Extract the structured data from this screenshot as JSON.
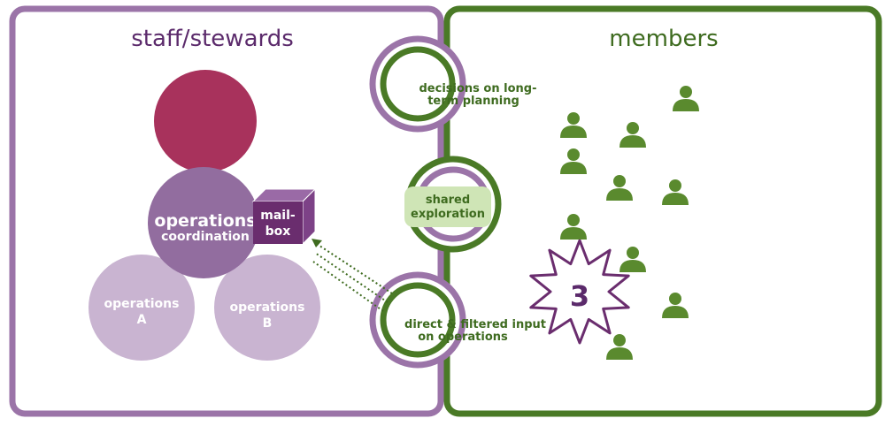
{
  "panels": {
    "staff": {
      "title": "staff/stewards"
    },
    "members": {
      "title": "members"
    }
  },
  "circles": {
    "top": {
      "label": ""
    },
    "coordination": {
      "label_1": "operations",
      "label_2": "coordination"
    },
    "mailbox": {
      "label_1": "mail-",
      "label_2": "box"
    },
    "operations_a": {
      "label_1": "operations",
      "label_2": "A"
    },
    "operations_b": {
      "label_1": "operations",
      "label_2": "B"
    }
  },
  "notches": {
    "planning": {
      "label_1": "decisions on long-",
      "label_2": "term planning"
    },
    "exploration": {
      "label_1": "shared",
      "label_2": "exploration"
    },
    "input": {
      "label_1": "direct & filtered input",
      "label_2": "on operations"
    }
  },
  "star": {
    "label": "3"
  },
  "member_icons": [
    "person-icon",
    "person-icon",
    "person-icon",
    "person-icon",
    "person-icon",
    "person-icon",
    "person-icon",
    "person-icon",
    "person-icon",
    "person-icon",
    "person-icon"
  ],
  "colors": {
    "staff": "#9b74a8",
    "members": "#4a7a26",
    "magenta": "#a8325c",
    "coordination": "#926d9f",
    "operations": "#c9b4d1",
    "mailbox": "#6a2d6e",
    "exploration_fill": "#cfe5b6"
  }
}
